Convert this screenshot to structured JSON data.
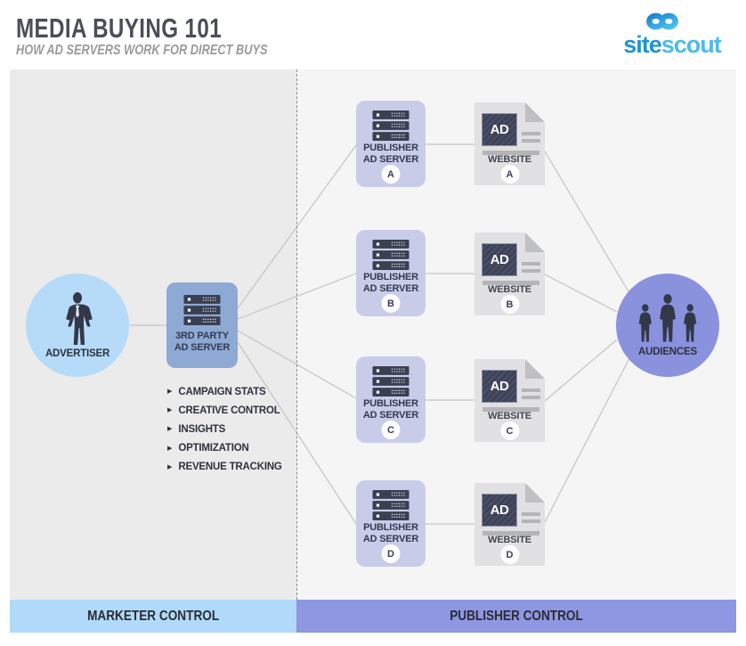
{
  "header": {
    "title": "MEDIA BUYING 101",
    "subtitle": "HOW AD SERVERS WORK FOR DIRECT BUYS"
  },
  "logo": {
    "word_dark": "site",
    "word_light": "scout"
  },
  "diagram": {
    "advertiser": {
      "label": "ADVERTISER"
    },
    "third_party_server": {
      "line1": "3RD PARTY",
      "line2": "AD SERVER"
    },
    "features": [
      "CAMPAIGN STATS",
      "CREATIVE CONTROL",
      "INSIGHTS",
      "OPTIMIZATION",
      "REVENUE TRACKING"
    ],
    "rows": [
      {
        "publisher_line1": "PUBLISHER",
        "publisher_line2": "AD SERVER",
        "letter": "A",
        "website_label": "WEBSITE",
        "ad_label": "AD"
      },
      {
        "publisher_line1": "PUBLISHER",
        "publisher_line2": "AD SERVER",
        "letter": "B",
        "website_label": "WEBSITE",
        "ad_label": "AD"
      },
      {
        "publisher_line1": "PUBLISHER",
        "publisher_line2": "AD SERVER",
        "letter": "C",
        "website_label": "WEBSITE",
        "ad_label": "AD"
      },
      {
        "publisher_line1": "PUBLISHER",
        "publisher_line2": "AD SERVER",
        "letter": "D",
        "website_label": "WEBSITE",
        "ad_label": "AD"
      }
    ],
    "audiences": {
      "label": "AUDIENCES"
    }
  },
  "footer": {
    "marketer": "MARKETER CONTROL",
    "publisher": "PUBLISHER CONTROL"
  },
  "colors": {
    "advertiser_circle": "#b5dbf8",
    "third_party_box": "#8ea9d4",
    "publisher_box": "#c9cce9",
    "website_page": "#e1e1e3",
    "ad_block": "#3d4255",
    "audiences_circle": "#8a92de",
    "marketer_bar": "#b0d9fa",
    "publisher_bar": "#8f97e2",
    "panel_left_bg": "#ebebeb",
    "panel_right_bg": "#f5f5f6",
    "logo_blue_dark": "#1e93d4",
    "logo_blue_light": "#4cbaf0"
  }
}
